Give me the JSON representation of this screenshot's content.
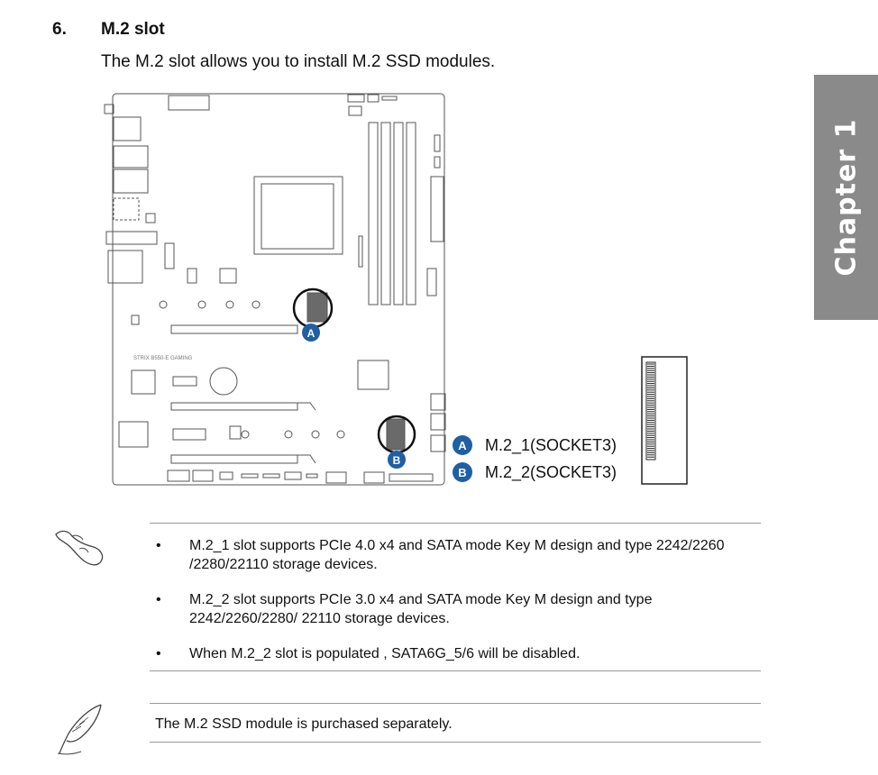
{
  "section": {
    "number": "6.",
    "title": "M.2 slot",
    "intro": "The M.2 slot allows you to install M.2 SSD modules."
  },
  "chapter_tab": "Chapter 1",
  "diagram": {
    "board_print": "STRIX B550-E GAMING",
    "callouts": [
      {
        "badge": "A",
        "label": "M.2_1(SOCKET3)"
      },
      {
        "badge": "B",
        "label": "M.2_2(SOCKET3)"
      }
    ]
  },
  "notes": [
    "M.2_1 slot supports PCIe 4.0 x4 and SATA mode Key M design and type 2242/2260 /2280/22110 storage devices.",
    "M.2_2 slot supports PCIe 3.0 x4 and SATA mode Key M design and type 2242/2260/2280/ 22110 storage devices.",
    "When M.2_2 slot is populated , SATA6G_5/6 will be disabled."
  ],
  "bullet": "•",
  "tip": "The M.2 SSD module is purchased separately.",
  "icons": {
    "note": "hand-note-icon",
    "tip": "quill-pen-icon"
  },
  "colors": {
    "accent": "#1f5fa3",
    "chapter_tab": "#8a8a8a"
  }
}
